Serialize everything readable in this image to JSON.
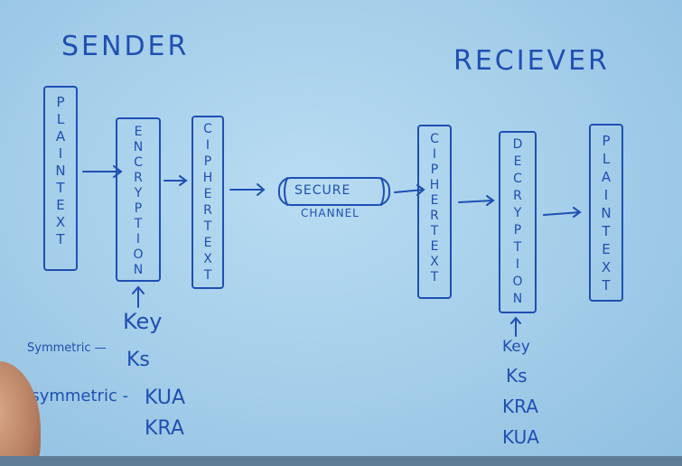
{
  "sender": {
    "title": "SENDER",
    "plain_text": [
      "P",
      "L",
      "A",
      "I",
      "N",
      "T",
      "E",
      "X",
      "T"
    ],
    "encryption": [
      "E",
      "N",
      "C",
      "R",
      "Y",
      "P",
      "T",
      "I",
      "O",
      "N"
    ],
    "cipher_text": [
      "C",
      "I",
      "P",
      "H",
      "E",
      "R",
      "T",
      "E",
      "X",
      "T"
    ],
    "key_label": "Key",
    "symmetric_label": "Symmetric —",
    "symmetric_key": "Ks",
    "asymmetric_label": "Asymmetric -",
    "asymmetric_key_public": "KUA",
    "asymmetric_key_private": "KRA"
  },
  "channel": {
    "line1": "SECURE",
    "line2": "CHANNEL"
  },
  "receiver": {
    "title": "RECIEVER",
    "cipher_text": [
      "C",
      "I",
      "P",
      "H",
      "E",
      "R",
      "T",
      "E",
      "X",
      "T"
    ],
    "decryption": [
      "D",
      "E",
      "C",
      "R",
      "Y",
      "P",
      "T",
      "I",
      "O",
      "N"
    ],
    "plain_text": [
      "P",
      "L",
      "A",
      "I",
      "N",
      "T",
      "E",
      "X",
      "T"
    ],
    "key_label": "Key",
    "keys": [
      "Ks",
      "KRA",
      "KUA"
    ]
  },
  "colors": {
    "ink": "#1f4fb3",
    "board": "#a3cde9"
  }
}
